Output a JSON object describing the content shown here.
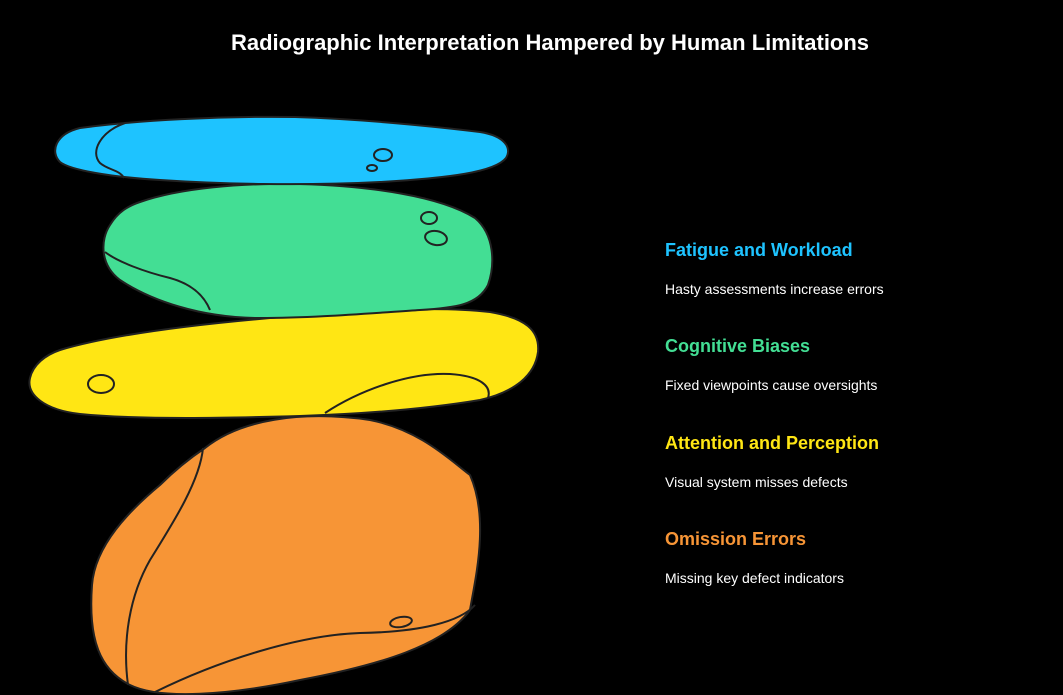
{
  "title": "Radiographic Interpretation Hampered by Human Limitations",
  "items": [
    {
      "title": "Fatigue and Workload",
      "description": "Hasty assessments increase errors",
      "color": "#1EC3FF"
    },
    {
      "title": "Cognitive Biases",
      "description": "Fixed viewpoints cause oversights",
      "color": "#43DE94"
    },
    {
      "title": "Attention and Perception",
      "description": "Visual system misses defects",
      "color": "#FFE614"
    },
    {
      "title": "Omission Errors",
      "description": "Missing key defect indicators",
      "color": "#F79536"
    }
  ],
  "icons": [
    "stone-stack-icon"
  ]
}
